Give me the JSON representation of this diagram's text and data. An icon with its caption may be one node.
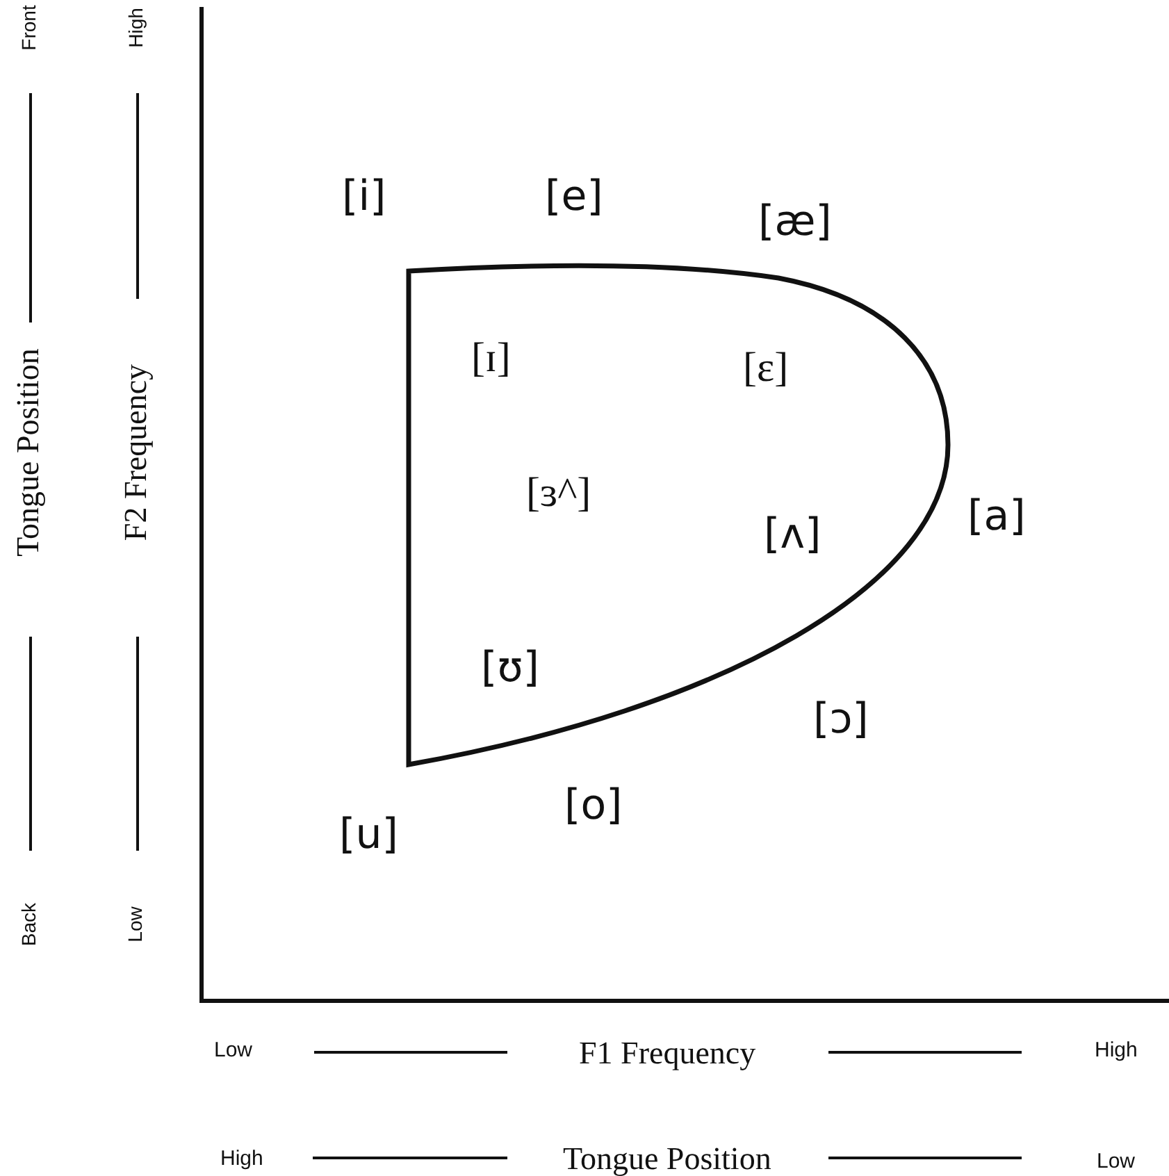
{
  "diagram": {
    "labels": [
      "Front",
      "High",
      "Tongue Position",
      "F2 Frequency",
      "Back",
      "Low",
      "[i]",
      "[e]",
      "[æ]",
      "[ɪ]",
      "[ɛ]",
      "[ɜ^]",
      "[a]",
      "[ʌ]",
      "[ʊ]",
      "[ɔ]",
      "[o]",
      "[u]",
      "Low",
      "F1 Frequency",
      "High",
      "High",
      "Tongue Position",
      "Low"
    ]
  }
}
